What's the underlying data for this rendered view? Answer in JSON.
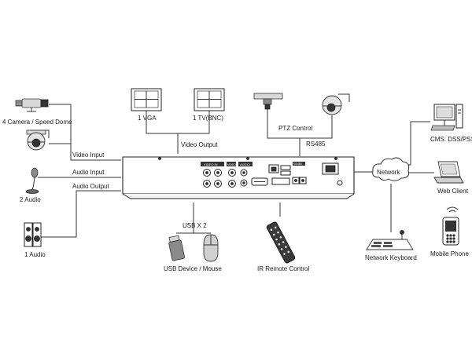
{
  "labels": {
    "camera": "4 Camera / Speed Dome",
    "audio_in_device": "2 Audio",
    "audio_out_device": "1 Audio",
    "video_input": "Video  Input",
    "audio_input": "Audio  Input",
    "audio_output": "Audio  Output",
    "vga": "1 VGA",
    "tv": "1 TV(BNC)",
    "video_output": "Video Output",
    "ptz_control": "PTZ Control",
    "rs485": "RS485",
    "usb_x2": "USB X 2",
    "usb_device": "USB Device / Mouse",
    "ir_remote": "IR Remote Control",
    "network": "Network",
    "cms": "CMS: DSS/PSS",
    "web_client": "Web Client",
    "network_keyboard": "Network Keyboard",
    "mobile_phone": "Mobile Phone"
  },
  "dvr_panel": {
    "video_in_header": "VIDEO IN",
    "video_out_header": "VIDEO OUT",
    "audio_header": "AUDIO",
    "rs485_header": "RS485"
  }
}
